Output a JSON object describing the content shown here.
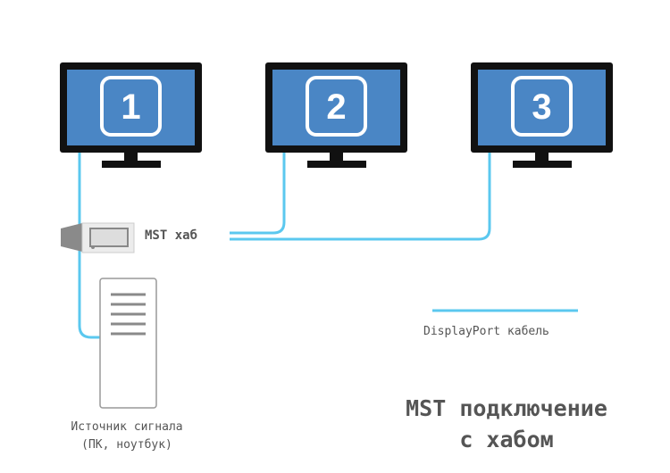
{
  "monitors": [
    {
      "number": "1"
    },
    {
      "number": "2"
    },
    {
      "number": "3"
    }
  ],
  "hub_label": "MST хаб",
  "source_label_line1": "Источник сигнала",
  "source_label_line2": "(ПК, ноутбук)",
  "legend_label": "DisplayPort кабель",
  "title_line1": "MST подключение",
  "title_line2": "с хабом",
  "colors": {
    "cable": "#5bc8ef",
    "screen": "#4a86c5",
    "bezel": "#111111",
    "text": "#555555"
  }
}
